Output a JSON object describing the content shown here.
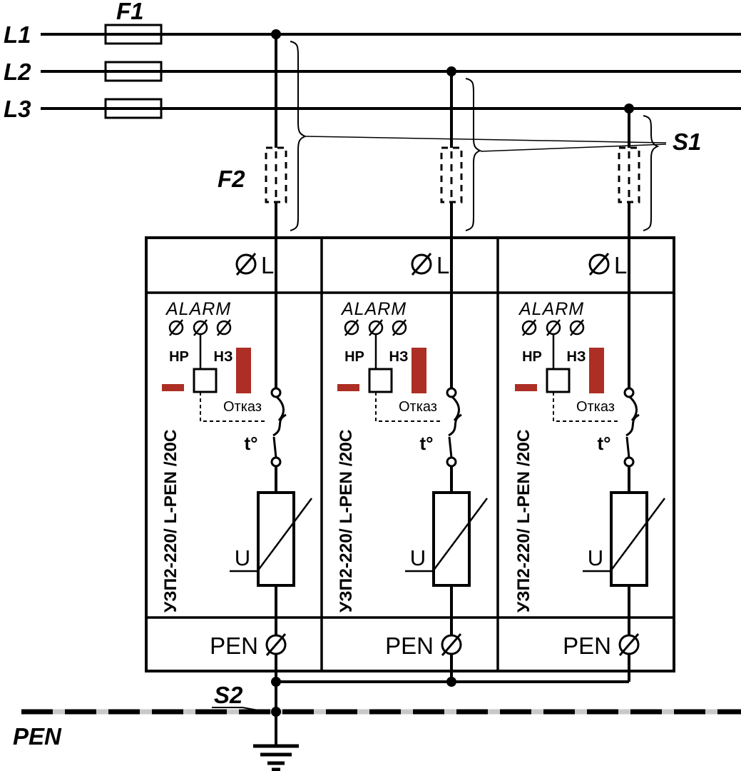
{
  "diagram": {
    "phases": [
      {
        "label": "L1"
      },
      {
        "label": "L2"
      },
      {
        "label": "L3"
      }
    ],
    "labels": {
      "f1": "F1",
      "f2": "F2",
      "s1": "S1",
      "s2": "S2",
      "pen_bus": "PEN"
    },
    "module": {
      "terminal_top": "L",
      "alarm": "ALARM",
      "contact_no": "НР",
      "contact_nc": "НЗ",
      "fail": "Отказ",
      "thermal": "t°",
      "model": "УЗП2-220/ L-PEN /20С",
      "varistor": "U",
      "terminal_bottom": "PEN"
    },
    "colors": {
      "fail_indicator": "#AD2E24",
      "pen_bus_underlay": "#C8C8C8",
      "line": "#000000"
    }
  }
}
